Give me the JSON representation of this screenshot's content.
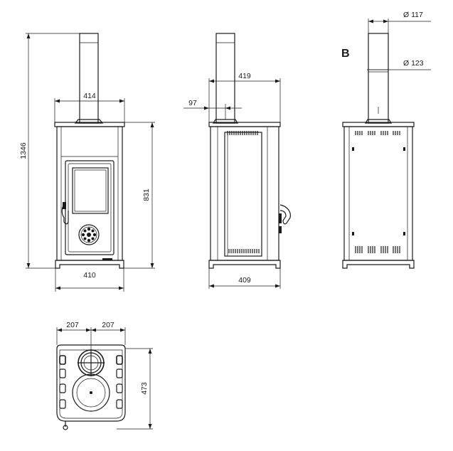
{
  "view_label": "B",
  "dimensions": {
    "overall_height": "1346",
    "body_height": "831",
    "top_width_front": "414",
    "base_width_front": "410",
    "side_top_depth": "419",
    "flue_offset": "97",
    "side_base_depth": "409",
    "plan_left_half": "207",
    "plan_right_half": "207",
    "plan_depth": "473",
    "flue_outer_diameter": "Ø  117",
    "flue_collar_diameter": "Ø  123"
  }
}
